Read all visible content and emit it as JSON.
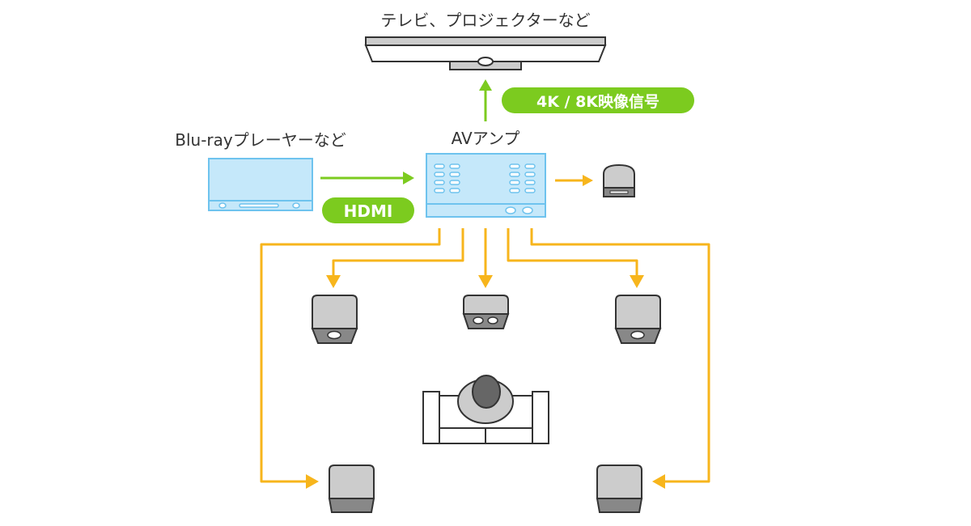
{
  "diagram": {
    "labels": {
      "display": "テレビ、プロジェクターなど",
      "player": "Blu-rayプレーヤーなど",
      "amp": "AVアンプ",
      "hdmi": "HDMI",
      "video_signal": "4K / 8K映像信号"
    },
    "colors": {
      "video_arrow": "#7ccb1f",
      "audio_arrow": "#f7b51c",
      "pill": "#7ccb1f",
      "device_fill": "#c5e8fa",
      "device_stroke": "#6ec3ee",
      "speaker_fill": "#cccccc",
      "speaker_dark": "#888888",
      "outline": "#333333"
    },
    "devices": [
      "display",
      "blu-ray-player",
      "av-amplifier",
      "subwoofer",
      "front-left-speaker",
      "center-speaker",
      "front-right-speaker",
      "surround-left-speaker",
      "surround-right-speaker",
      "listener-on-sofa"
    ]
  }
}
